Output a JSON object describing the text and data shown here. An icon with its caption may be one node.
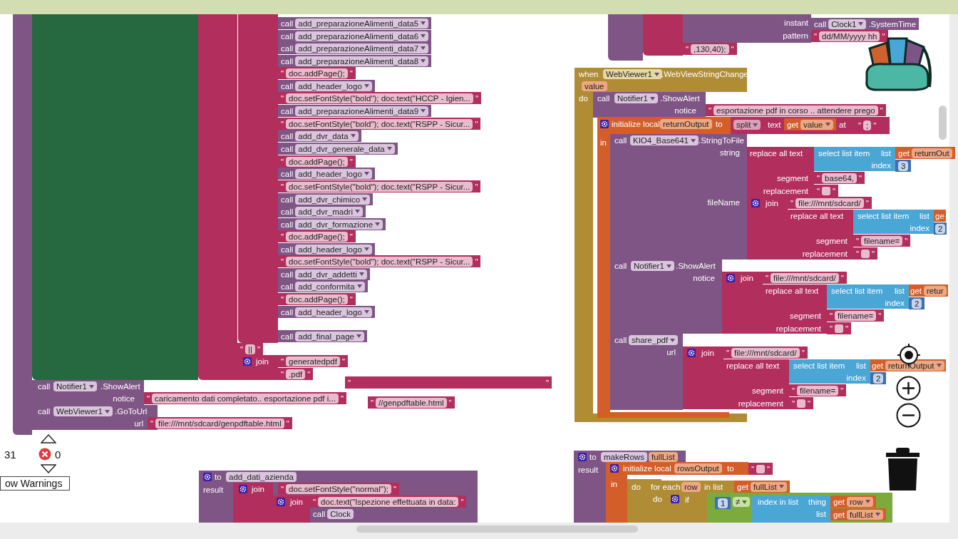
{
  "diagram": {
    "nodes": [
      {
        "text": [
          "call",
          "add_preparazioneAlimenti_data5"
        ]
      },
      {
        "text": [
          "call",
          "add_preparazioneAlimenti_data6"
        ]
      },
      {
        "text": [
          "call",
          "add_preparazioneAlimenti_data7"
        ]
      },
      {
        "text": [
          "call",
          "add_preparazioneAlimenti_data8"
        ]
      },
      {
        "text": [
          "\"",
          "doc.addPage();",
          "\""
        ]
      },
      {
        "text": [
          "call",
          "add_header_logo"
        ]
      },
      {
        "text": [
          "\"",
          "doc.setFontStyle(\"bold\"); doc.text(\"HCCP - Igien...",
          "\""
        ]
      },
      {
        "text": [
          "call",
          "add_preparazioneAlimenti_data9"
        ]
      },
      {
        "text": [
          "\"",
          "doc.setFontStyle(\"bold\"); doc.text(\"RSPP - Sicur...",
          "\""
        ]
      },
      {
        "text": [
          "call",
          "add_dvr_data"
        ]
      },
      {
        "text": [
          "call",
          "add_dvr_generale_data"
        ]
      },
      {
        "text": [
          "\"",
          "doc.addPage();",
          "\""
        ]
      },
      {
        "text": [
          "call",
          "add_header_logo"
        ]
      },
      {
        "text": [
          "\"",
          "doc.setFontStyle(\"bold\"); doc.text(\"RSPP - Sicur...",
          "\""
        ]
      },
      {
        "text": [
          "call",
          "add_dvr_chimico"
        ]
      },
      {
        "text": [
          "call",
          "add_dvr_madri"
        ]
      },
      {
        "text": [
          "call",
          "add_dvr_formazione"
        ]
      },
      {
        "text": [
          "\"",
          "doc.addPage();",
          "\""
        ]
      },
      {
        "text": [
          "call",
          "add_header_logo"
        ]
      },
      {
        "text": [
          "\"",
          "doc.setFontStyle(\"bold\"); doc.text(\"RSPP - Sicur...",
          "\""
        ]
      },
      {
        "text": [
          "call",
          "add_dvr_addetti"
        ]
      },
      {
        "text": [
          "call",
          "add_conformita"
        ]
      },
      {
        "text": [
          "\"",
          "doc.addPage();",
          "\""
        ]
      },
      {
        "text": [
          "call",
          "add_header_logo"
        ]
      },
      {
        "text": [
          "call",
          "add_final_page"
        ]
      },
      {
        "text": [
          "\"",
          "||",
          "\""
        ]
      },
      {
        "text": [
          "join"
        ]
      },
      {
        "text": [
          "\"",
          "generatedpdf",
          "\""
        ]
      },
      {
        "text": [
          "\"",
          ".pdf",
          "\""
        ]
      },
      {
        "text": [
          "\"",
          "\""
        ]
      },
      {
        "text": [
          "call",
          "Notifier1",
          ".ShowAlert",
          "notice"
        ]
      },
      {
        "text": [
          "\"",
          "caricamento dati completato.. esportazione pdf i...",
          "\""
        ]
      },
      {
        "text": [
          "\"",
          "//genpdftable.html",
          "\""
        ]
      },
      {
        "text": [
          "call",
          "WebViewer1",
          ".GoToUrl",
          "url"
        ]
      },
      {
        "text": [
          "\"",
          "file:///mnt/sdcard/genpdftable.html",
          "\""
        ]
      },
      {
        "text": [
          "ow Warnings"
        ]
      },
      {
        "text": [
          "to",
          "add_dati_azienda",
          "result"
        ]
      },
      {
        "text": [
          "join"
        ],
        "in": 36
      },
      {
        "text": [
          "\"",
          "doc.setFontStyle(\"normal\");",
          "\""
        ],
        "in": 36
      },
      {
        "text": [
          "join"
        ],
        "in": 36
      },
      {
        "text": [
          "\"",
          "doc.text(\"Ispezione effettuata in data:",
          "\""
        ],
        "in": 36
      },
      {
        "text": [
          "call",
          "Clock"
        ],
        "in": 36
      },
      {
        "text": [
          "instant",
          "pattern"
        ]
      },
      {
        "text": [
          "call",
          "Clock1",
          ".SystemTime"
        ]
      },
      {
        "text": [
          "\"",
          "dd/MM/yyyy hh",
          "\""
        ]
      },
      {
        "text": [
          "\"",
          ",130,40);",
          "\""
        ]
      },
      {
        "text": [
          "when",
          "WebViewer1",
          ".WebViewStringChange",
          "value",
          "do"
        ]
      },
      {
        "text": [
          "call",
          "Notifier1",
          ".ShowAlert",
          "notice"
        ]
      },
      {
        "text": [
          "initialize local",
          "returnOutput",
          "to",
          "in"
        ]
      },
      {
        "text": [
          "\"",
          "esportazione pdf in corso .. attendere prego",
          "\""
        ]
      },
      {
        "text": [
          "split",
          "text",
          "at"
        ]
      },
      {
        "text": [
          "get",
          "value"
        ],
        "in": 50
      },
      {
        "text": [
          "\"",
          ";",
          "\""
        ],
        "in": 50
      },
      {
        "text": [
          "call",
          "KIO4_Base641",
          ".StringToFile",
          "string",
          "fileName"
        ]
      },
      {
        "text": [
          "replace all text",
          "segment",
          "replacement"
        ]
      },
      {
        "text": [
          "select list item",
          "list",
          "index"
        ]
      },
      {
        "text": [
          "get",
          "returnOut"
        ]
      },
      {
        "text": [
          "3"
        ]
      },
      {
        "text": [
          "\"",
          "base64,",
          "\""
        ]
      },
      {
        "text": [
          "\"",
          "\""
        ]
      },
      {
        "text": [
          "join"
        ]
      },
      {
        "text": [
          "\"",
          "file:///mnt/sdcard/",
          "\""
        ]
      },
      {
        "text": [
          "replace all text",
          "segment",
          "replacement"
        ]
      },
      {
        "text": [
          "select list item",
          "list",
          "index"
        ]
      },
      {
        "text": [
          "ge"
        ]
      },
      {
        "text": [
          "2"
        ]
      },
      {
        "text": [
          "\"",
          "filename=",
          "\""
        ]
      },
      {
        "text": [
          "\"",
          "\""
        ]
      },
      {
        "text": [
          "call",
          "Notifier1",
          ".ShowAlert",
          "notice"
        ]
      },
      {
        "text": [
          "join"
        ]
      },
      {
        "text": [
          "\"",
          "file:///mnt/sdcard/",
          "\""
        ]
      },
      {
        "text": [
          "replace all text",
          "segment",
          "replacement"
        ]
      },
      {
        "text": [
          "select list item",
          "list",
          "index"
        ]
      },
      {
        "text": [
          "get",
          "retur"
        ]
      },
      {
        "text": [
          "2"
        ]
      },
      {
        "text": [
          "\"",
          "filename=",
          "\""
        ]
      },
      {
        "text": [
          "\"",
          "\""
        ]
      },
      {
        "text": [
          "call",
          "share_pdf",
          "url"
        ]
      },
      {
        "text": [
          "join"
        ]
      },
      {
        "text": [
          "\"",
          "file:///mnt/sdcard/",
          "\""
        ]
      },
      {
        "text": [
          "replace all text",
          "segment",
          "replacement"
        ]
      },
      {
        "text": [
          "select list item",
          "list",
          "index"
        ]
      },
      {
        "text": [
          "get",
          "returnOutput"
        ]
      },
      {
        "text": [
          "2"
        ]
      },
      {
        "text": [
          "\"",
          "filename=",
          "\""
        ]
      },
      {
        "text": [
          "\"",
          "\""
        ]
      },
      {
        "text": [
          "to",
          "makeRows",
          "fullList",
          "result"
        ]
      },
      {
        "text": [
          "initialize local",
          "rowsOutput",
          "to",
          "in"
        ]
      },
      {
        "text": [
          "\"",
          "\""
        ]
      },
      {
        "text": [
          "do"
        ]
      },
      {
        "text": [
          "for each",
          "row",
          "in list",
          "do"
        ]
      },
      {
        "text": [
          "get",
          "fullList"
        ]
      },
      {
        "text": [
          "if"
        ]
      },
      {
        "text": [
          "≠"
        ]
      },
      {
        "text": [
          "1"
        ],
        "in": 93
      },
      {
        "text": [
          "index in list",
          "thing",
          "list"
        ],
        "in": 93
      },
      {
        "text": [
          "get",
          "row"
        ],
        "in": 93
      },
      {
        "text": [
          "get",
          "fullList"
        ],
        "in": 93
      },
      {
        "text": [],
        "shape": "box"
      },
      {
        "text": [],
        "shape": "box"
      },
      {
        "text": [],
        "shape": "box"
      },
      {
        "text": [],
        "shape": "box"
      },
      {
        "text": [],
        "shape": "box"
      },
      {
        "text": [],
        "shape": "box"
      },
      {
        "text": [],
        "shape": "bar"
      }
    ],
    "labels": [
      "31",
      "0"
    ]
  }
}
